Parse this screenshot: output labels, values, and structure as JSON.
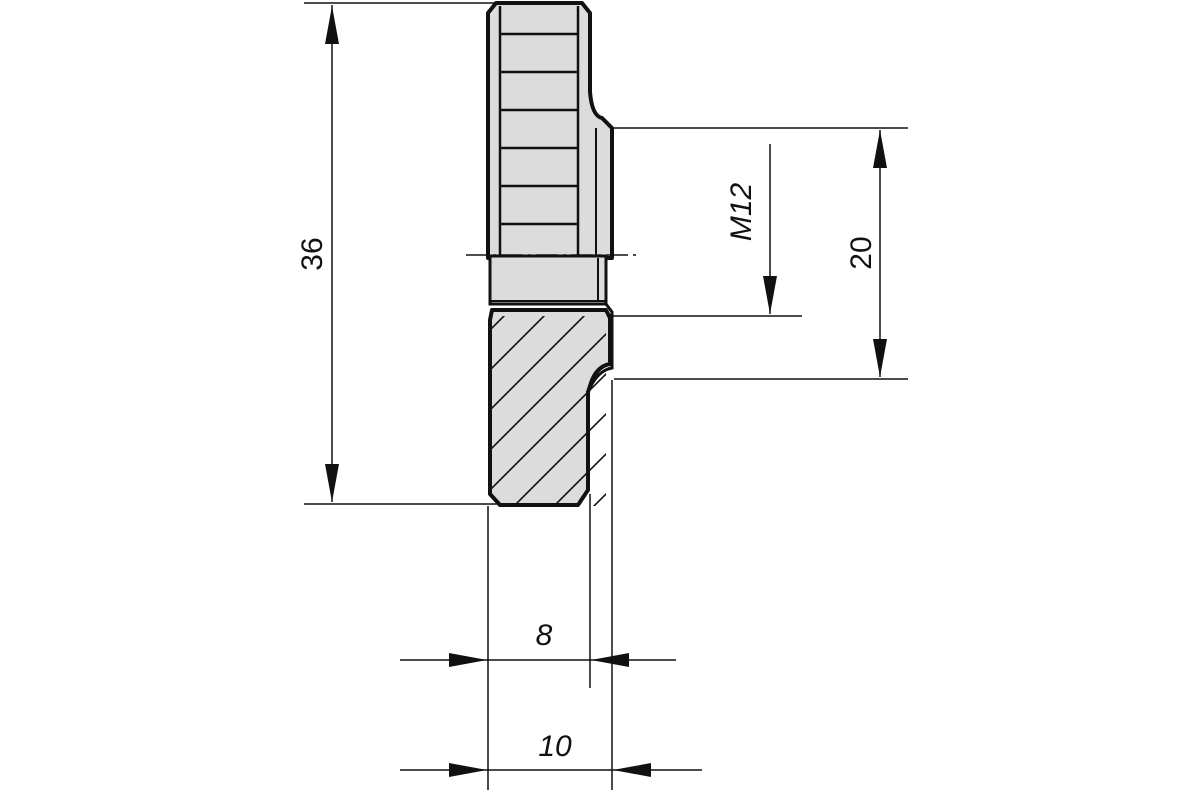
{
  "dimensions": {
    "overall_diameter": "36",
    "hub_diameter": "20",
    "thread": "M12",
    "thickness": "8",
    "total_thickness": "10"
  },
  "colors": {
    "line": "#111111",
    "fill": "#dcdcdc",
    "background": "#ffffff"
  }
}
